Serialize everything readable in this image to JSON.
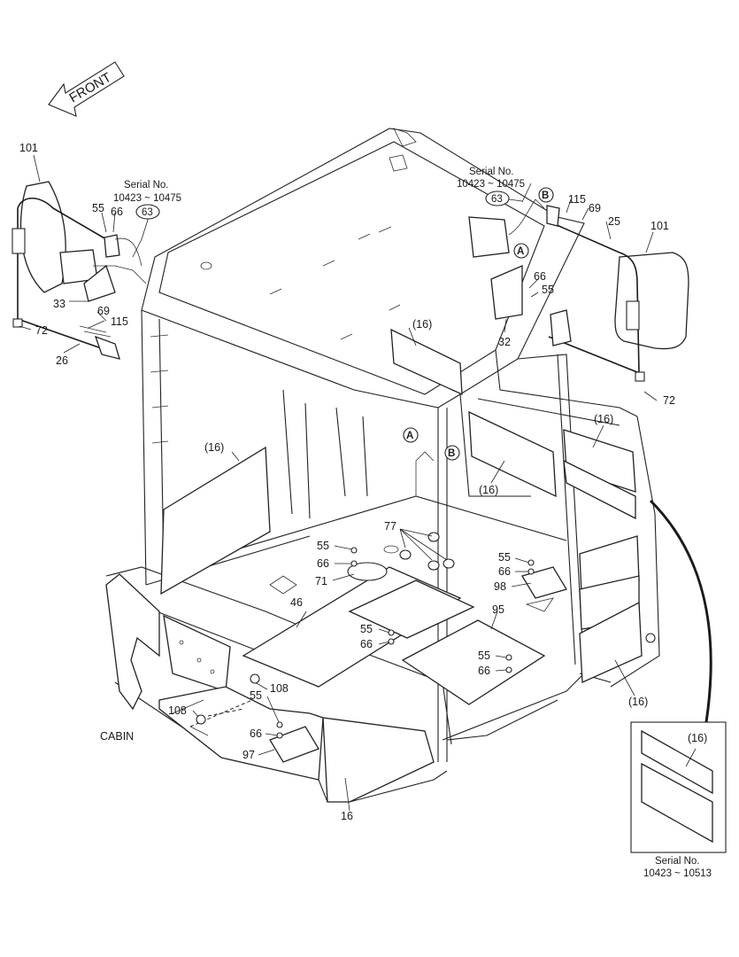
{
  "diagram": {
    "front_arrow": "FRONT",
    "cabin_label": "CABIN",
    "serial_left": {
      "line1": "Serial No.",
      "line2": "10423 ~ 10475"
    },
    "serial_right": {
      "line1": "Serial No.",
      "line2": "10423 ~ 10475"
    },
    "serial_inset": {
      "line1": "Serial No.",
      "line2": "10423 ~ 10513"
    },
    "callouts": {
      "A": "A",
      "B": "B",
      "c63": "63"
    },
    "parts": {
      "p101": "101",
      "p55": "55",
      "p66": "66",
      "p33": "33",
      "p69": "69",
      "p115": "115",
      "p72": "72",
      "p26": "26",
      "p25": "25",
      "p32": "32",
      "p16": "16",
      "p16p": "(16)",
      "p77": "77",
      "p71": "71",
      "p46": "46",
      "p95": "95",
      "p98": "98",
      "p108": "108",
      "p97": "97"
    }
  }
}
